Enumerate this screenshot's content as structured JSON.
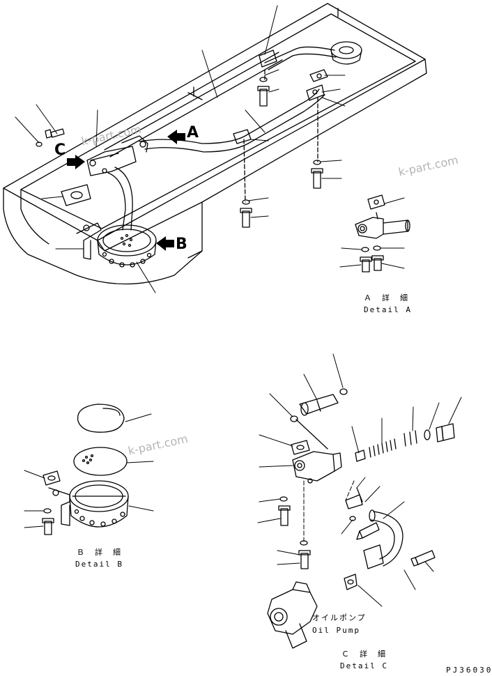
{
  "arrows": {
    "a": "A",
    "b": "B",
    "c": "C"
  },
  "details": {
    "a": {
      "jp": "Ａ　詳　細",
      "en": "Detail A"
    },
    "b": {
      "jp": "Ｂ　詳　細",
      "en": "Detail B"
    },
    "c": {
      "jp": "Ｃ　詳　細",
      "en": "Detail C"
    }
  },
  "oil_pump": {
    "jp": "オイルポンプ",
    "en": "Oil Pump"
  },
  "watermark": "k-part.com",
  "drawing_code": "PJ36030"
}
